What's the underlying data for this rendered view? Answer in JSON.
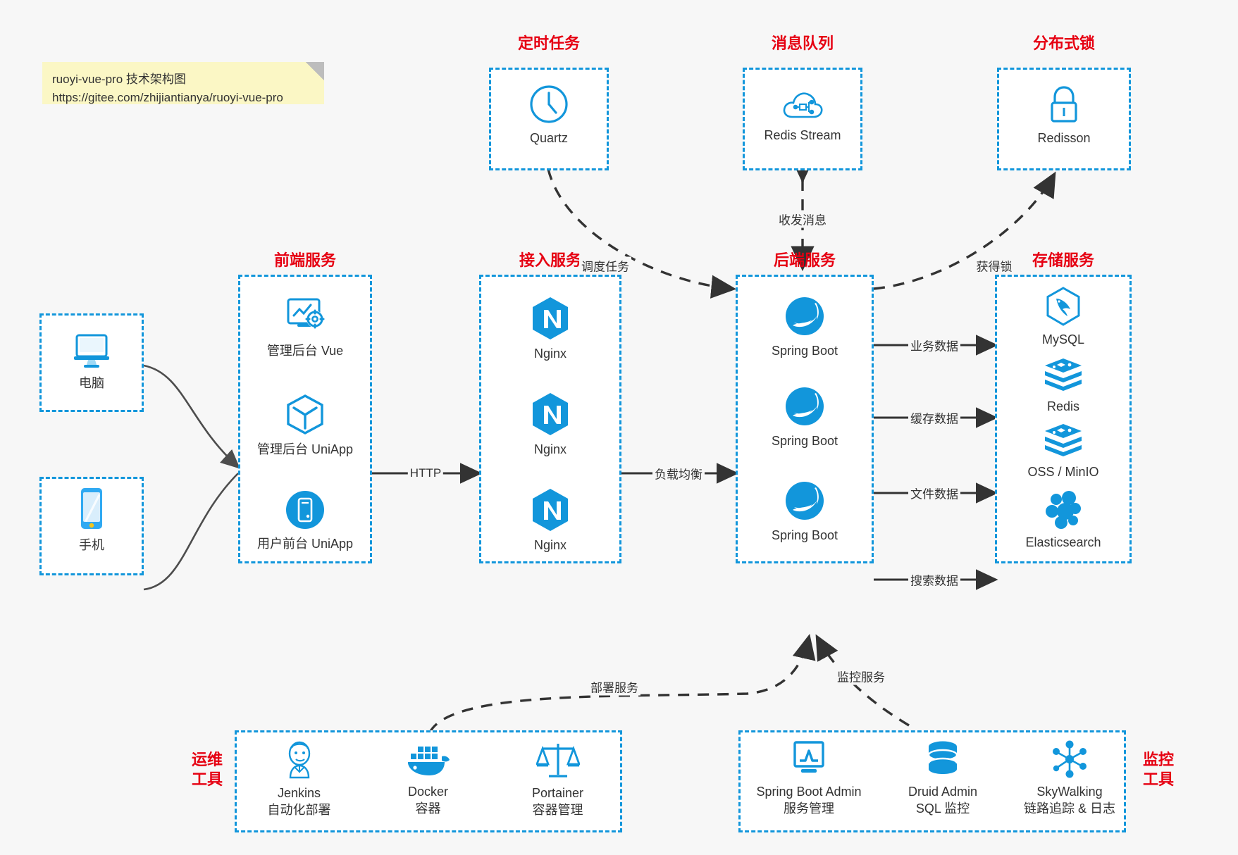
{
  "note": {
    "line1": "ruoyi-vue-pro 技术架构图",
    "line2": "https://gitee.com/zhijiantianya/ruoyi-vue-pro"
  },
  "colors": {
    "accent_blue": "#1296db",
    "title_red": "#e60012",
    "background": "#f7f7f7",
    "note_yellow": "#fbf7c5",
    "edge_dark": "#333333"
  },
  "groups": {
    "scheduler": {
      "title": "定时任务",
      "items": [
        {
          "label": "Quartz",
          "icon": "clock-icon"
        }
      ]
    },
    "message_queue": {
      "title": "消息队列",
      "items": [
        {
          "label": "Redis Stream",
          "icon": "cloud-nodes-icon"
        }
      ]
    },
    "distributed_lock": {
      "title": "分布式锁",
      "items": [
        {
          "label": "Redisson",
          "icon": "lock-icon"
        }
      ]
    },
    "clients": {
      "items": [
        {
          "label": "电脑",
          "icon": "desktop-computer-icon"
        },
        {
          "label": "手机",
          "icon": "mobile-phone-icon"
        }
      ]
    },
    "frontend": {
      "title": "前端服务",
      "items": [
        {
          "label": "管理后台 Vue",
          "icon": "dashboard-gear-icon"
        },
        {
          "label": "管理后台 UniApp",
          "icon": "hexagon-cube-icon"
        },
        {
          "label": "用户前台 UniApp",
          "icon": "mobile-circle-icon"
        }
      ]
    },
    "gateway": {
      "title": "接入服务",
      "items": [
        {
          "label": "Nginx",
          "icon": "nginx-icon"
        },
        {
          "label": "Nginx",
          "icon": "nginx-icon"
        },
        {
          "label": "Nginx",
          "icon": "nginx-icon"
        }
      ]
    },
    "backend": {
      "title": "后端服务",
      "items": [
        {
          "label": "Spring Boot",
          "icon": "spring-boot-icon"
        },
        {
          "label": "Spring Boot",
          "icon": "spring-boot-icon"
        },
        {
          "label": "Spring Boot",
          "icon": "spring-boot-icon"
        }
      ]
    },
    "storage": {
      "title": "存储服务",
      "items": [
        {
          "label": "MySQL",
          "icon": "mysql-icon"
        },
        {
          "label": "Redis",
          "icon": "redis-icon"
        },
        {
          "label": "OSS / MinIO",
          "icon": "oss-minio-icon"
        },
        {
          "label": "Elasticsearch",
          "icon": "elasticsearch-icon"
        }
      ]
    },
    "devops": {
      "title": "运维\n工具",
      "title_line1": "运维",
      "title_line2": "工具",
      "items": [
        {
          "label": "Jenkins",
          "sub": "自动化部署",
          "icon": "jenkins-icon"
        },
        {
          "label": "Docker",
          "sub": "容器",
          "icon": "docker-icon"
        },
        {
          "label": "Portainer",
          "sub": "容器管理",
          "icon": "portainer-scale-icon"
        }
      ]
    },
    "monitoring": {
      "title_line1": "监控",
      "title_line2": "工具",
      "items": [
        {
          "label": "Spring Boot Admin",
          "sub": "服务管理",
          "icon": "monitor-chart-icon"
        },
        {
          "label": "Druid Admin",
          "sub": "SQL 监控",
          "icon": "database-stack-icon"
        },
        {
          "label": "SkyWalking",
          "sub": "链路追踪 & 日志",
          "icon": "skywalking-icon"
        }
      ]
    }
  },
  "edges": [
    {
      "id": "http",
      "label": "HTTP"
    },
    {
      "id": "load-balance",
      "label": "负载均衡"
    },
    {
      "id": "schedule-task",
      "label": "调度任务"
    },
    {
      "id": "send-receive-message",
      "label": "收发消息"
    },
    {
      "id": "acquire-lock",
      "label": "获得锁"
    },
    {
      "id": "business-data",
      "label": "业务数据"
    },
    {
      "id": "cache-data",
      "label": "缓存数据"
    },
    {
      "id": "file-data",
      "label": "文件数据"
    },
    {
      "id": "search-data",
      "label": "搜索数据"
    },
    {
      "id": "deploy-service",
      "label": "部署服务"
    },
    {
      "id": "monitor-service",
      "label": "监控服务"
    }
  ]
}
